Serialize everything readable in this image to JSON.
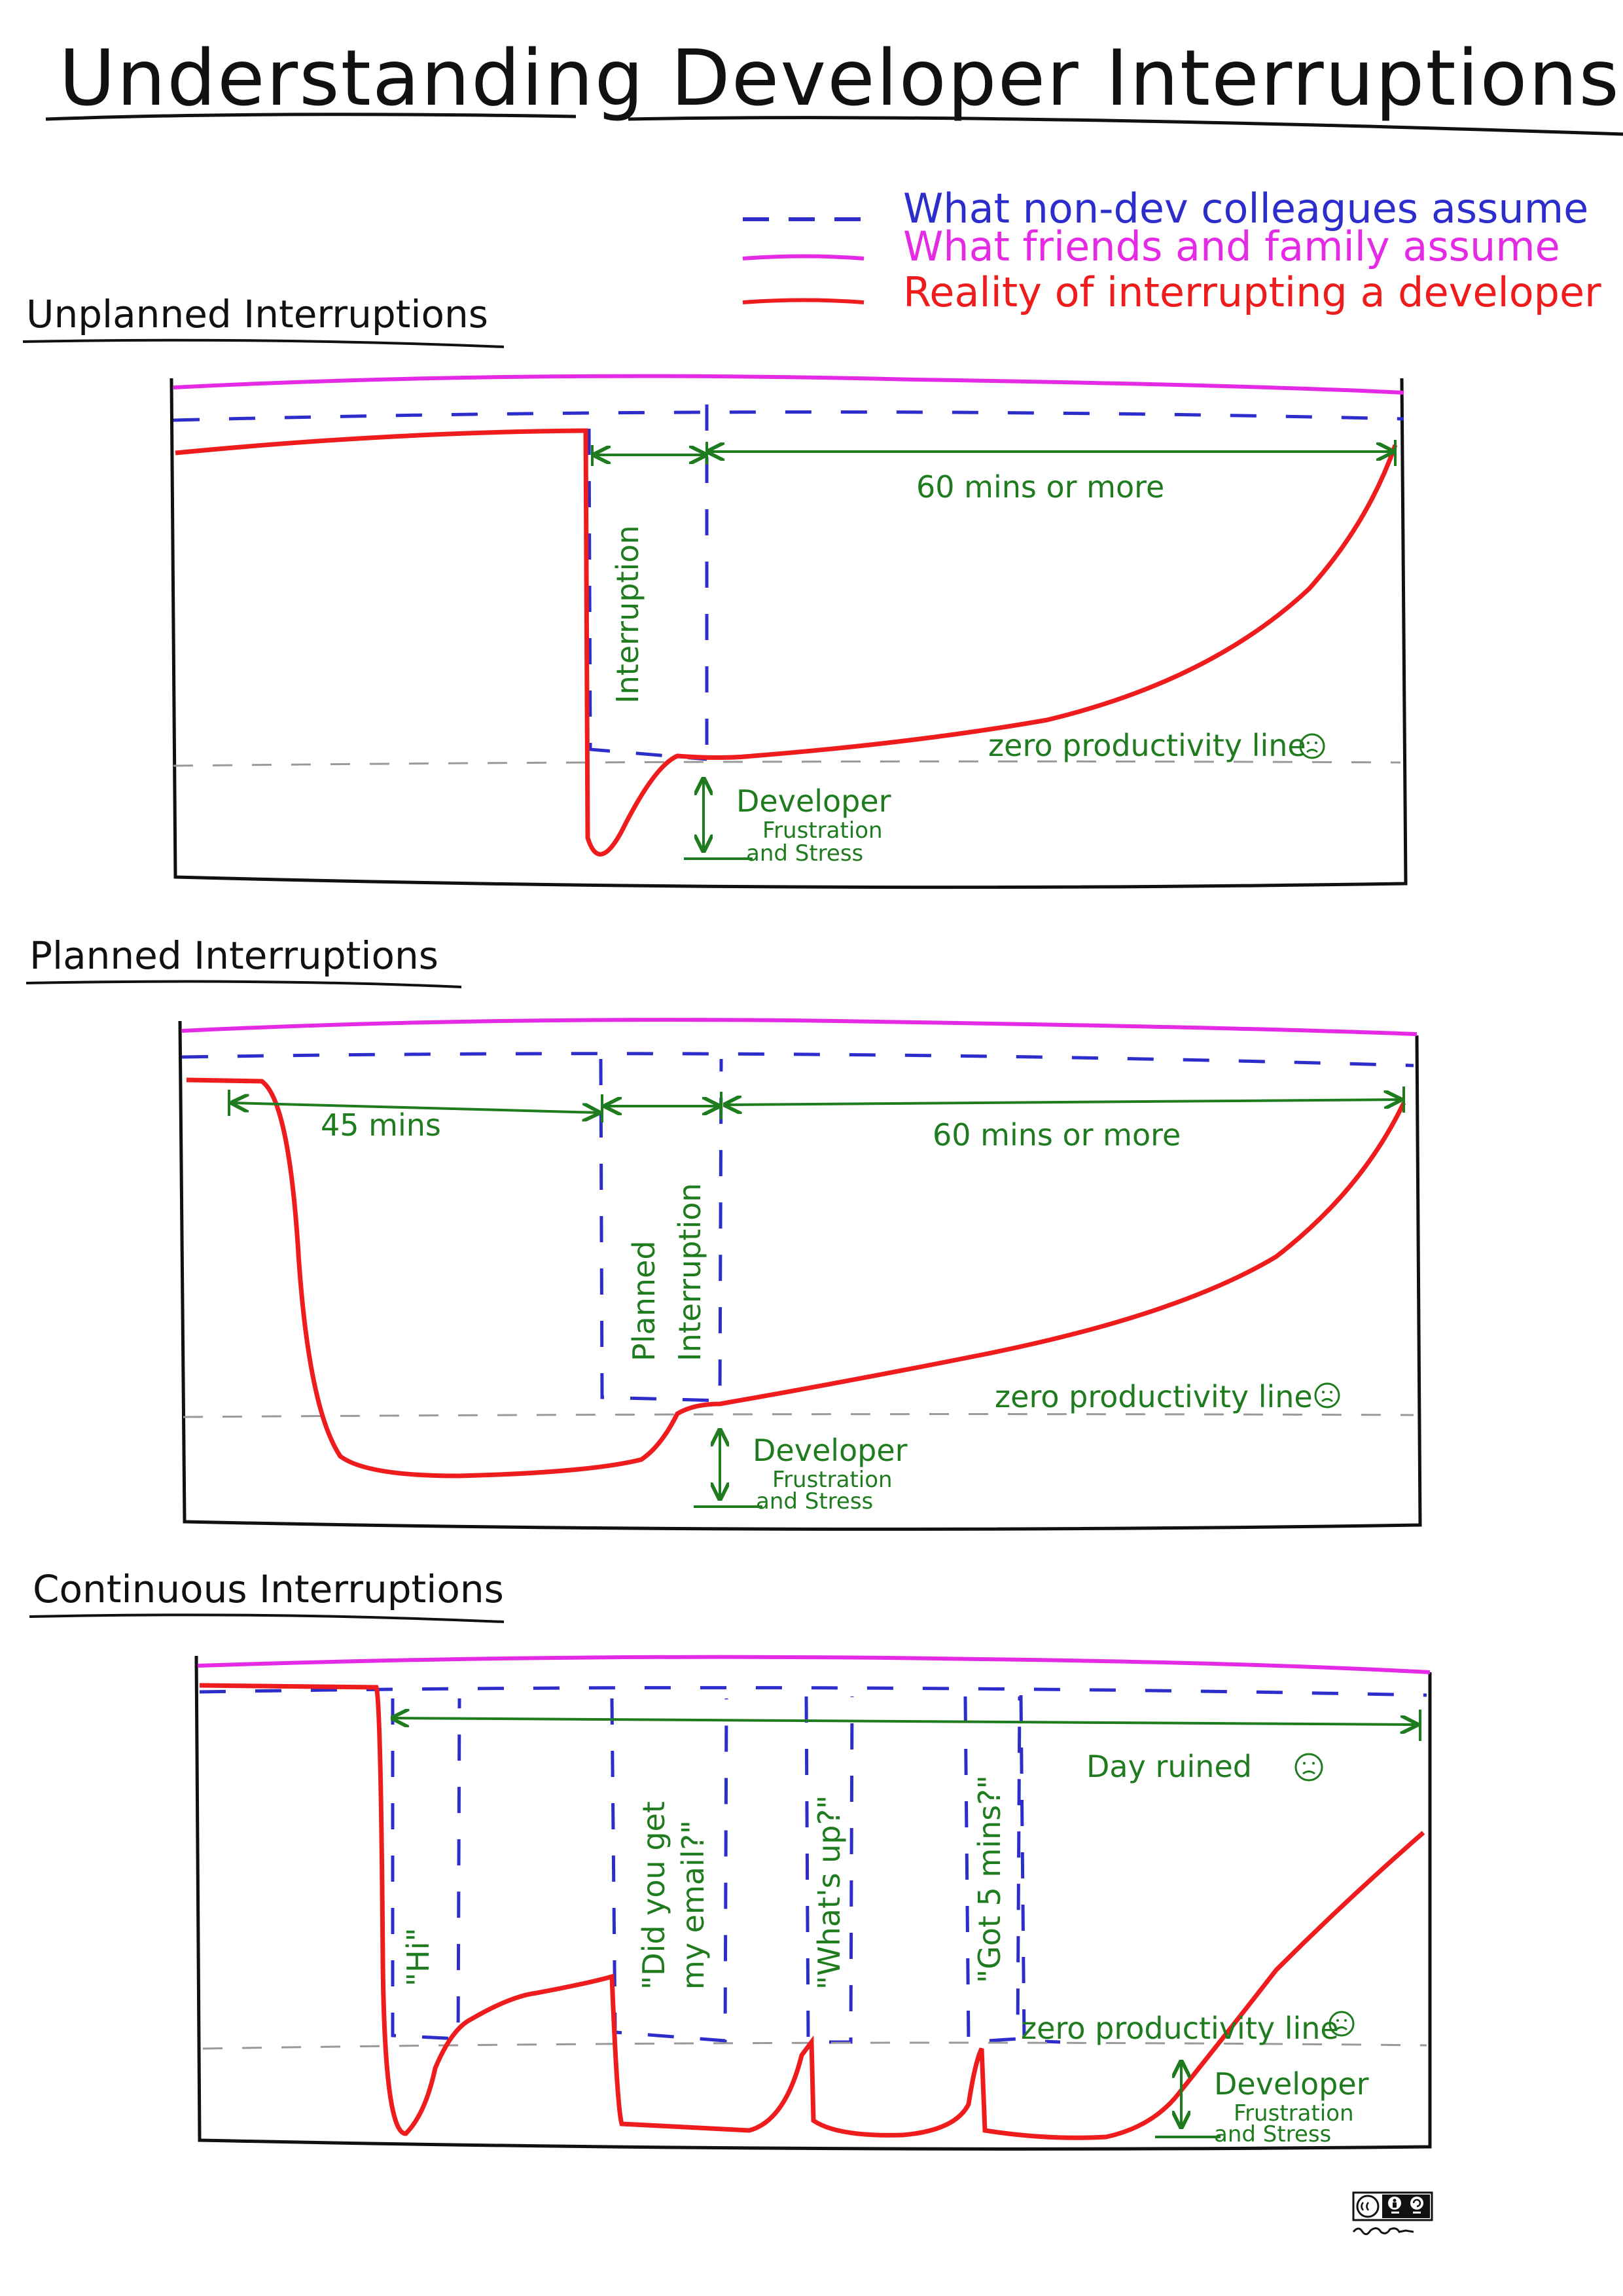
{
  "title": "Understanding Developer Interruptions",
  "legend": [
    {
      "label": "What non-dev colleagues assume",
      "color": "#2d2dcc",
      "style": "dashed"
    },
    {
      "label": "What friends and family assume",
      "color": "#e52ae5",
      "style": "solid"
    },
    {
      "label": "Reality of interrupting a developer",
      "color": "#ee1c1c",
      "style": "solid"
    }
  ],
  "colors": {
    "annotation": "#1e7b1e",
    "zero_line": "#999999",
    "frame": "#111111"
  },
  "panels": [
    {
      "title": "Unplanned Interruptions",
      "labels": {
        "interruption": "Interruption",
        "recovery": "60 mins or more",
        "zero_line": "zero productivity line",
        "zero_icon": "frowning-face-icon",
        "frustration_1": "Developer",
        "frustration_2": "Frustration",
        "frustration_3": "and Stress"
      }
    },
    {
      "title": "Planned Interruptions",
      "labels": {
        "pre": "45 mins",
        "interruption_1": "Planned",
        "interruption_2": "Interruption",
        "recovery": "60 mins or more",
        "zero_line": "zero productivity line",
        "zero_icon": "frowning-face-icon",
        "frustration_1": "Developer",
        "frustration_2": "Frustration",
        "frustration_3": "and Stress"
      }
    },
    {
      "title": "Continuous Interruptions",
      "labels": {
        "q1": "\"Hi\"",
        "q2a": "\"Did you get",
        "q2b": "my email?\"",
        "q3": "\"What's up?\"",
        "q4": "\"Got 5 mins?\"",
        "day_ruined": "Day ruined",
        "day_icon": "frowning-face-icon",
        "zero_line": "zero productivity line",
        "zero_icon": "frowning-face-icon",
        "frustration_1": "Developer",
        "frustration_2": "Frustration",
        "frustration_3": "and Stress"
      }
    }
  ]
}
